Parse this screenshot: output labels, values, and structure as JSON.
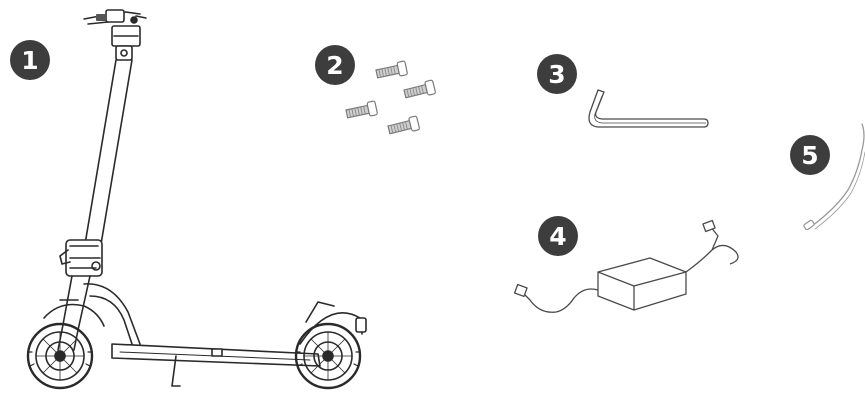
{
  "badges": [
    "1",
    "2",
    "3",
    "4",
    "5"
  ],
  "items": [
    {
      "number": "1",
      "icon": "electric-scooter-icon"
    },
    {
      "number": "2",
      "icon": "screws-icon"
    },
    {
      "number": "3",
      "icon": "hex-key-icon"
    },
    {
      "number": "4",
      "icon": "charger-icon"
    },
    {
      "number": "5",
      "icon": "cable-icon"
    }
  ],
  "colors": {
    "badge": "#3d3d3d",
    "line": "#2a2a2a",
    "light_line": "#9a9a9a"
  }
}
